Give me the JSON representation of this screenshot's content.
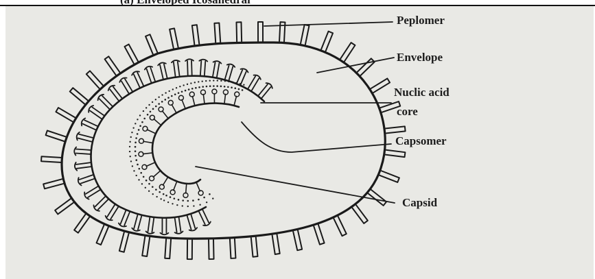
{
  "title": "(a) Enveloped Icosahedral",
  "labels": {
    "peplomer": "Peplomer",
    "envelope": "Envelope",
    "nucleic_acid_line1": "Nuclic acid",
    "nucleic_acid_line2": "core",
    "capsomer": "Capsomer",
    "capsid": "Capsid"
  }
}
